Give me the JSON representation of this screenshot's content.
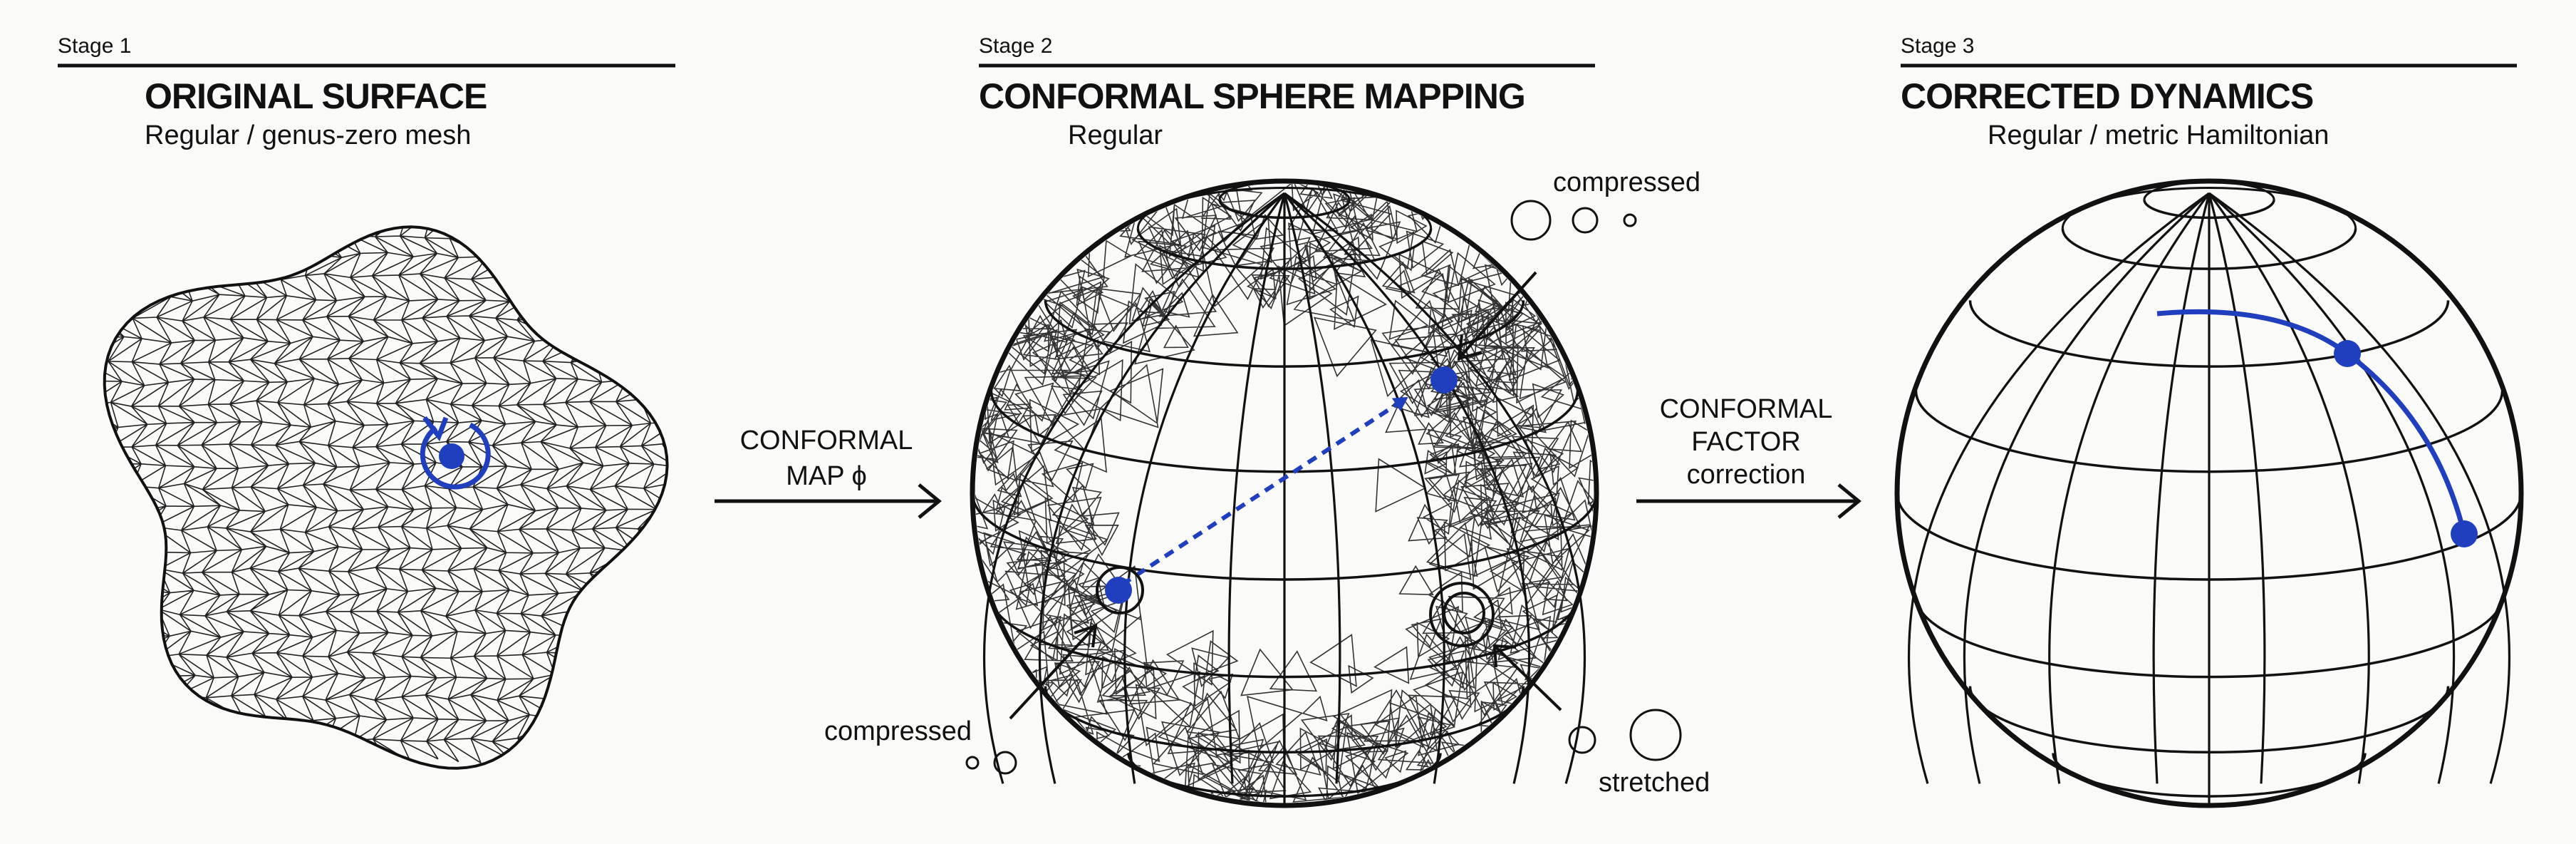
{
  "colors": {
    "ink": "#111111",
    "accent": "#1f3fbf",
    "background": "#fafaf8"
  },
  "stages": [
    {
      "label": "Stage 1",
      "title": "ORIGINAL SURFACE",
      "subtitle": "Regular / genus-zero mesh"
    },
    {
      "label": "Stage 2",
      "title": "CONFORMAL SPHERE MAPPING",
      "subtitle": "Regular"
    },
    {
      "label": "Stage 3",
      "title": "CORRECTED DYNAMICS",
      "subtitle": "Regular / metric Hamiltonian"
    }
  ],
  "arrows": [
    {
      "lines": [
        "CONFORMAL",
        "MAP ϕ"
      ]
    },
    {
      "lines": [
        "CONFORMAL",
        "FACTOR",
        "correction"
      ]
    }
  ],
  "annotations": {
    "compressed_top": "compressed",
    "compressed_bottom": "compressed",
    "stretched": "stretched"
  },
  "icons": {
    "rotation": "rotation-arrow-icon"
  }
}
